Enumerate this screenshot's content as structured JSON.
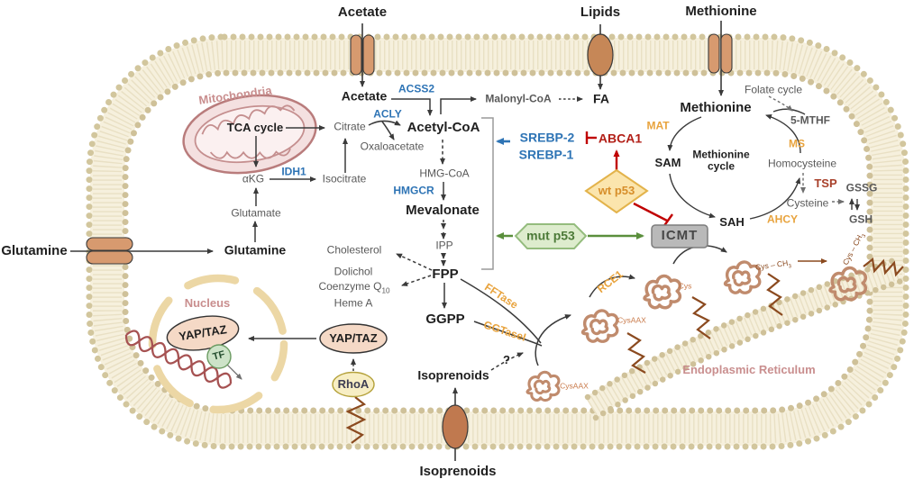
{
  "colors": {
    "enzyme_blue": "#2e74b5",
    "enzyme_orange": "#e8a33d",
    "inhibit_red": "#c00000",
    "abca1_red": "#b21f17",
    "activate_green": "#5a8f3c",
    "organelle_pink": "#c98e8e",
    "minor_gray": "#595959",
    "anchor_brown": "#8b4a1f",
    "membrane_bead": "#d2c69d",
    "membrane_band": "#f6f0dd"
  },
  "extracellular": {
    "acetate": "Acetate",
    "lipids": "Lipids",
    "methionine": "Methionine",
    "glutamine": "Glutamine",
    "isoprenoids": "Isoprenoids"
  },
  "core": {
    "acetate": "Acetate",
    "acss2": "ACSS2",
    "malonyl_coa": "Malonyl-CoA",
    "fa": "FA",
    "citrate": "Citrate",
    "acly": "ACLY",
    "acetyl_coa": "Acetyl-CoA",
    "oxaloacetate": "Oxaloacetate",
    "hmg_coa": "HMG-CoA",
    "hmgcr": "HMGCR",
    "mevalonate": "Mevalonate",
    "ipp": "IPP",
    "fpp": "FPP",
    "ggpp": "GGPP",
    "cholesterol": "Cholesterol",
    "dolichol": "Dolichol",
    "coenzyme_q": "Coenzyme Q",
    "coenzyme_q_sub": "10",
    "heme_a": "Heme A",
    "fftase": "FFTase",
    "ggtase1": "GGTaseI",
    "isoprenoids": "Isoprenoids",
    "question": "?"
  },
  "mitochondria": {
    "label": "Mitochondria",
    "tca_cycle": "TCA cycle",
    "akg": "αKG",
    "idh1": "IDH1",
    "isocitrate": "Isocitrate",
    "glutamate": "Glutamate",
    "glutamine": "Glutamine"
  },
  "regulation": {
    "srebp2": "SREBP-2",
    "srebp1": "SREBP-1",
    "abca1": "ABCA1",
    "wt_p53": "wt p53",
    "mut_p53": "mut p53",
    "icmt": "ICMT"
  },
  "methionine_cycle": {
    "methionine": "Methionine",
    "cycle_name_line1": "Methionine",
    "cycle_name_line2": "cycle",
    "folate_cycle": "Folate cycle",
    "mthf": "5-MTHF",
    "mat": "MAT",
    "sam": "SAM",
    "ms": "MS",
    "homocysteine": "Homocysteine",
    "tsp": "TSP",
    "cysteine": "Cysteine",
    "gssg": "GSSG",
    "gsh": "GSH",
    "sah": "SAH",
    "ahcy": "AHCY"
  },
  "nucleus": {
    "label": "Nucleus",
    "yap_taz_nuclear": "YAP/TAZ",
    "tf": "TF",
    "yap_taz_cytoplasmic": "YAP/TAZ",
    "rhoa": "RhoA"
  },
  "er": {
    "label": "Endoplasmic Reticulum",
    "rce1": "RCE1",
    "cysaax_free": "CysAAX",
    "cysaax_anchored": "CysAAX",
    "cys": "Cys",
    "cys_ch3": "Cys – CH",
    "cys_ch3_sub": "3"
  }
}
